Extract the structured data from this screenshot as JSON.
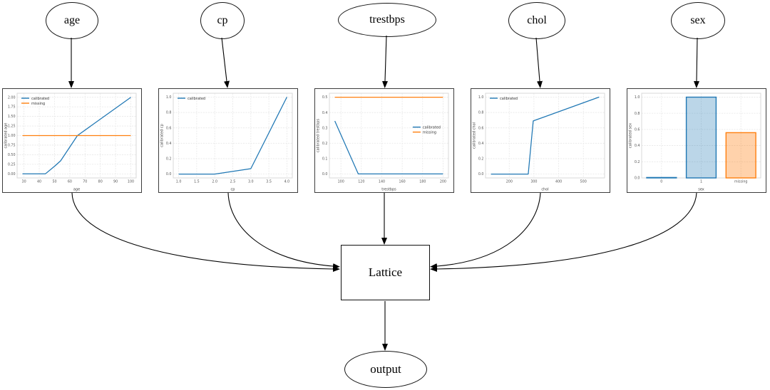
{
  "diagram": {
    "input_nodes": [
      {
        "id": "age",
        "label": "age"
      },
      {
        "id": "cp",
        "label": "cp"
      },
      {
        "id": "trestbps",
        "label": "trestbps"
      },
      {
        "id": "chol",
        "label": "chol"
      },
      {
        "id": "sex",
        "label": "sex"
      }
    ],
    "lattice_label": "Lattice",
    "output_label": "output",
    "edges": [
      {
        "id": "age-cal_age",
        "from": "age",
        "to": "calibrator-age"
      },
      {
        "id": "cp-cal_cp",
        "from": "cp",
        "to": "calibrator-cp"
      },
      {
        "id": "trestbps-cal_trestbps",
        "from": "trestbps",
        "to": "calibrator-trestbps"
      },
      {
        "id": "chol-cal_chol",
        "from": "chol",
        "to": "calibrator-chol"
      },
      {
        "id": "sex-cal_sex",
        "from": "sex",
        "to": "calibrator-sex"
      },
      {
        "id": "cal_age-lattice",
        "from": "calibrator-age",
        "to": "lattice"
      },
      {
        "id": "cal_cp-lattice",
        "from": "calibrator-cp",
        "to": "lattice"
      },
      {
        "id": "cal_trestbps-lattice",
        "from": "calibrator-trestbps",
        "to": "lattice"
      },
      {
        "id": "cal_chol-lattice",
        "from": "calibrator-chol",
        "to": "lattice"
      },
      {
        "id": "cal_sex-lattice",
        "from": "calibrator-sex",
        "to": "lattice"
      },
      {
        "id": "lattice-output",
        "from": "lattice",
        "to": "output"
      }
    ]
  },
  "colors": {
    "calibrated": "#1f77b4",
    "missing": "#ff7f0e",
    "bar_fill_blue": "rgba(31,119,180,0.3)",
    "bar_fill_orange": "rgba(255,127,14,0.35)",
    "edge_line": "#000000"
  },
  "chart_data": [
    {
      "id": "age",
      "type": "line",
      "xlabel": "age",
      "ylabel": "calibrated age",
      "xlim": [
        25.5,
        103.5
      ],
      "ylim": [
        -0.105,
        2.105
      ],
      "xtick_vals": [
        30,
        40,
        50,
        60,
        70,
        80,
        90,
        100
      ],
      "xtick_labels": [
        "30",
        "40",
        "50",
        "60",
        "70",
        "80",
        "90",
        "100"
      ],
      "ytick_vals": [
        0,
        0.25,
        0.5,
        0.75,
        1.0,
        1.25,
        1.5,
        1.75,
        2.0
      ],
      "ytick_labels": [
        "0.00",
        "0.25",
        "0.50",
        "0.75",
        "1.00",
        "1.25",
        "1.50",
        "1.75",
        "2.00"
      ],
      "legend": {
        "pos": "top-left",
        "entries": [
          {
            "label": "calibrated",
            "color": "#1f77b4"
          },
          {
            "label": "missing",
            "color": "#ff7f0e"
          }
        ]
      },
      "series": [
        {
          "name": "calibrated",
          "color": "#1f77b4",
          "points": [
            [
              29,
              0
            ],
            [
              44,
              0
            ],
            [
              50,
              0.2
            ],
            [
              54,
              0.34
            ],
            [
              65,
              1.0
            ],
            [
              100,
              2.0
            ]
          ]
        },
        {
          "name": "missing",
          "color": "#ff7f0e",
          "points": [
            [
              29,
              1.0
            ],
            [
              100,
              1.0
            ]
          ]
        }
      ]
    },
    {
      "id": "cp",
      "type": "line",
      "xlabel": "cp",
      "ylabel": "calibrated cp",
      "xlim": [
        0.85,
        4.15
      ],
      "ylim": [
        -0.05,
        1.05
      ],
      "xtick_vals": [
        1.0,
        1.5,
        2.0,
        2.5,
        3.0,
        3.5,
        4.0
      ],
      "xtick_labels": [
        "1.0",
        "1.5",
        "2.0",
        "2.5",
        "3.0",
        "3.5",
        "4.0"
      ],
      "ytick_vals": [
        0,
        0.2,
        0.4,
        0.6,
        0.8,
        1.0
      ],
      "ytick_labels": [
        "0.0",
        "0.2",
        "0.4",
        "0.6",
        "0.8",
        "1.0"
      ],
      "legend": {
        "pos": "top-left",
        "entries": [
          {
            "label": "calibrated",
            "color": "#1f77b4"
          }
        ]
      },
      "series": [
        {
          "name": "calibrated",
          "color": "#1f77b4",
          "points": [
            [
              1,
              0
            ],
            [
              2,
              0
            ],
            [
              3,
              0.07
            ],
            [
              4,
              1.0
            ]
          ]
        }
      ]
    },
    {
      "id": "trestbps",
      "type": "line",
      "xlabel": "trestbps",
      "ylabel": "calibrated trestbps",
      "xlim": [
        88.7,
        205.3
      ],
      "ylim": [
        -0.026,
        0.526
      ],
      "xtick_vals": [
        100,
        120,
        140,
        160,
        180,
        200
      ],
      "xtick_labels": [
        "100",
        "120",
        "140",
        "160",
        "180",
        "200"
      ],
      "ytick_vals": [
        0,
        0.1,
        0.2,
        0.3,
        0.4,
        0.5
      ],
      "ytick_labels": [
        "0.0",
        "0.1",
        "0.2",
        "0.3",
        "0.4",
        "0.5"
      ],
      "legend": {
        "pos": "center-right",
        "entries": [
          {
            "label": "calibrated",
            "color": "#1f77b4"
          },
          {
            "label": "missing",
            "color": "#ff7f0e"
          }
        ]
      },
      "series": [
        {
          "name": "calibrated",
          "color": "#1f77b4",
          "points": [
            [
              94,
              0.345
            ],
            [
              117,
              0
            ],
            [
              200,
              0
            ]
          ]
        },
        {
          "name": "missing",
          "color": "#ff7f0e",
          "points": [
            [
              94,
              0.5
            ],
            [
              200,
              0.5
            ]
          ]
        }
      ]
    },
    {
      "id": "chol",
      "type": "line",
      "xlabel": "chol",
      "ylabel": "calibrated chol",
      "xlim": [
        104,
        586
      ],
      "ylim": [
        -0.05,
        1.05
      ],
      "xtick_vals": [
        200,
        300,
        400,
        500
      ],
      "xtick_labels": [
        "200",
        "300",
        "400",
        "500"
      ],
      "ytick_vals": [
        0,
        0.2,
        0.4,
        0.6,
        0.8,
        1.0
      ],
      "ytick_labels": [
        "0.0",
        "0.2",
        "0.4",
        "0.6",
        "0.8",
        "1.0"
      ],
      "legend": {
        "pos": "top-left",
        "entries": [
          {
            "label": "calibrated",
            "color": "#1f77b4"
          }
        ]
      },
      "series": [
        {
          "name": "calibrated",
          "color": "#1f77b4",
          "points": [
            [
              126,
              0
            ],
            [
              277,
              0
            ],
            [
              297,
              0.69
            ],
            [
              564,
              1.0
            ]
          ]
        }
      ]
    },
    {
      "id": "sex",
      "type": "bar",
      "xlabel": "sex",
      "ylabel": "calibrated sex",
      "categories": [
        "0",
        "1",
        "missing"
      ],
      "values": [
        0.005,
        1.0,
        0.56
      ],
      "bar_fill_colors": [
        "rgba(31,119,180,0.3)",
        "rgba(31,119,180,0.3)",
        "rgba(255,127,14,0.35)"
      ],
      "bar_edge_colors": [
        "#1f77b4",
        "#1f77b4",
        "#ff7f0e"
      ],
      "ylim": [
        0,
        1.048
      ],
      "ytick_vals": [
        0,
        0.2,
        0.4,
        0.6,
        0.8,
        1.0
      ],
      "ytick_labels": [
        "0.0",
        "0.2",
        "0.4",
        "0.6",
        "0.8",
        "1.0"
      ]
    }
  ]
}
